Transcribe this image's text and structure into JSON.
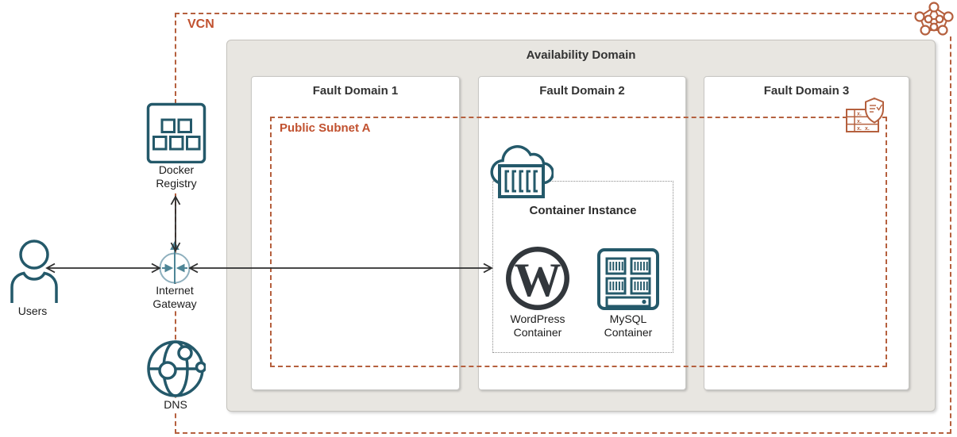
{
  "vcn": {
    "label": "VCN"
  },
  "availability_domain": {
    "title": "Availability Domain"
  },
  "fault_domains": [
    {
      "title": "Fault Domain 1"
    },
    {
      "title": "Fault Domain 2"
    },
    {
      "title": "Fault Domain 3"
    }
  ],
  "subnet": {
    "label": "Public Subnet A"
  },
  "container_instance": {
    "title": "Container Instance"
  },
  "nodes": {
    "users": {
      "label": "Users"
    },
    "docker_registry": {
      "line1": "Docker",
      "line2": "Registry"
    },
    "internet_gateway": {
      "line1": "Internet",
      "line2": "Gateway"
    },
    "dns": {
      "label": "DNS"
    },
    "wordpress": {
      "line1": "WordPress",
      "line2": "Container"
    },
    "mysql": {
      "line1": "MySQL",
      "line2": "Container"
    }
  },
  "icons": {
    "vcn": "vcn-network-icon",
    "docker_registry": "container-registry-icon",
    "internet_gateway": "internet-gateway-icon",
    "users": "user-icon",
    "dns": "dns-globe-icon",
    "container_instance": "container-cloud-icon",
    "wordpress": "wordpress-logo-icon",
    "mysql": "database-server-icon",
    "security_list": "security-list-icon"
  },
  "colors": {
    "dash_orange": "#B5603E",
    "label_orange": "#C1512F",
    "icon_teal": "#24596A",
    "gateway_light_teal": "#8FB0BE",
    "wordpress_dark": "#32373C",
    "availability_domain_bg": "#E8E6E1",
    "arrow_black": "#2E2E2E"
  }
}
